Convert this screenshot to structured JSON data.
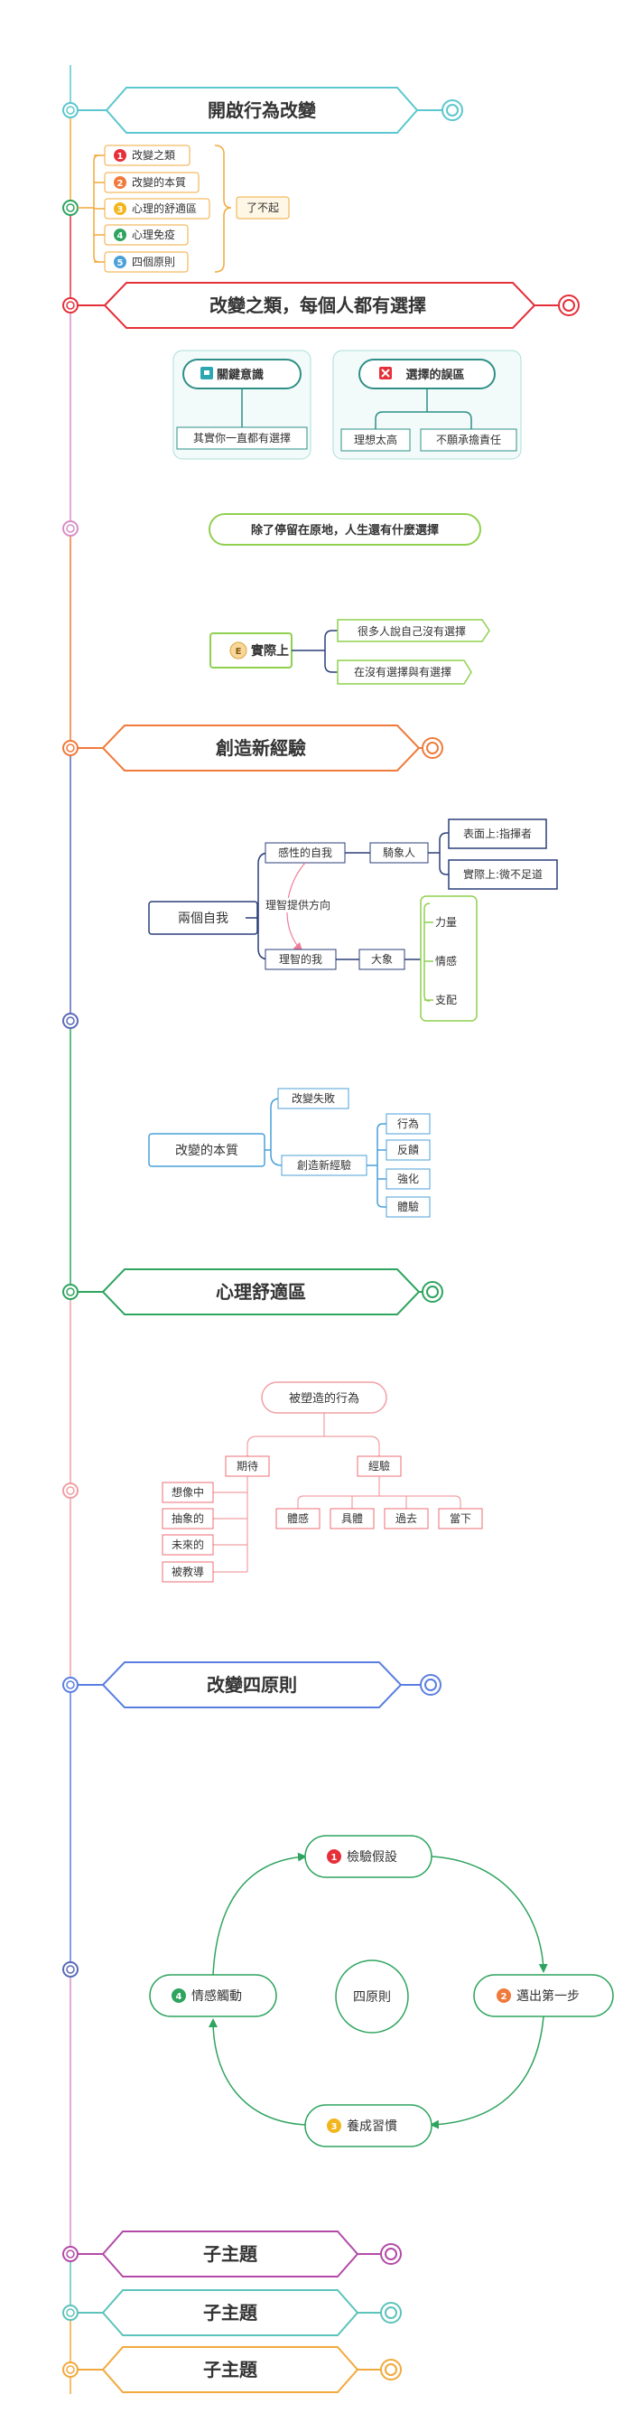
{
  "colors": {
    "cyan": "#5bc7cf",
    "red": "#e5303a",
    "pink": "#d88ec8",
    "orange": "#f07a3c",
    "indigo": "#5a6ab8",
    "green": "#2fa45f",
    "rose": "#f0a0a4",
    "blue": "#5a7fe0",
    "purple": "#b34aa8",
    "teal": "#5cc3bb",
    "amber": "#f2a93b",
    "navy": "#2b3f78",
    "sky": "#4aa0d8",
    "lime": "#8fd04f",
    "darkteal": "#2d8f86"
  },
  "section_intro": {
    "title": "開啟行為改變",
    "items": [
      {
        "num": "1",
        "label": "改變之類"
      },
      {
        "num": "2",
        "label": "改變的本質"
      },
      {
        "num": "3",
        "label": "心理的舒適區"
      },
      {
        "num": "4",
        "label": "心理免疫"
      },
      {
        "num": "5",
        "label": "四個原則"
      }
    ],
    "summary": "了不起"
  },
  "section_choice": {
    "title": "改變之類，每個人都有選擇",
    "key_awareness": "關鍵意識",
    "key_awareness_sub": "其實你一直都有選擇",
    "misconception": "選擇的誤區",
    "misconception_subs": [
      "理想太高",
      "不願承擔責任"
    ],
    "question": "除了停留在原地，人生還有什麼選擇",
    "actually": "實際上",
    "actually_badge": "E",
    "actually_subs": [
      "很多人說自己沒有選擇",
      "在沒有選擇與有選擇"
    ]
  },
  "section_experience": {
    "title": "創造新經驗",
    "two_selves": "兩個自我",
    "emotional_self": "感性的自我",
    "rider": "騎象人",
    "rider_subs": [
      "表面上:指揮者",
      "實際上:微不足道"
    ],
    "reason_note": "理智提供方向",
    "rational_self": "理智的我",
    "elephant": "大象",
    "elephant_subs": [
      "力量",
      "情感",
      "支配"
    ],
    "essence": "改變的本質",
    "failure": "改變失敗",
    "create_new": "創造新經驗",
    "create_new_subs": [
      "行為",
      "反饋",
      "強化",
      "體驗"
    ]
  },
  "section_comfort": {
    "title": "心理舒適區",
    "root": "被塑造的行為",
    "expectation": "期待",
    "expectation_subs": [
      "想像中",
      "抽象的",
      "未來的",
      "被教導"
    ],
    "experience": "經驗",
    "experience_subs": [
      "體感",
      "具體",
      "過去",
      "當下"
    ]
  },
  "section_principles": {
    "title": "改變四原則",
    "center": "四原則",
    "steps": [
      {
        "num": "1",
        "label": "檢驗假設"
      },
      {
        "num": "2",
        "label": "邁出第一步"
      },
      {
        "num": "3",
        "label": "養成習慣"
      },
      {
        "num": "4",
        "label": "情感觸動"
      }
    ]
  },
  "subtopics": [
    "子主題",
    "子主題",
    "子主題"
  ]
}
